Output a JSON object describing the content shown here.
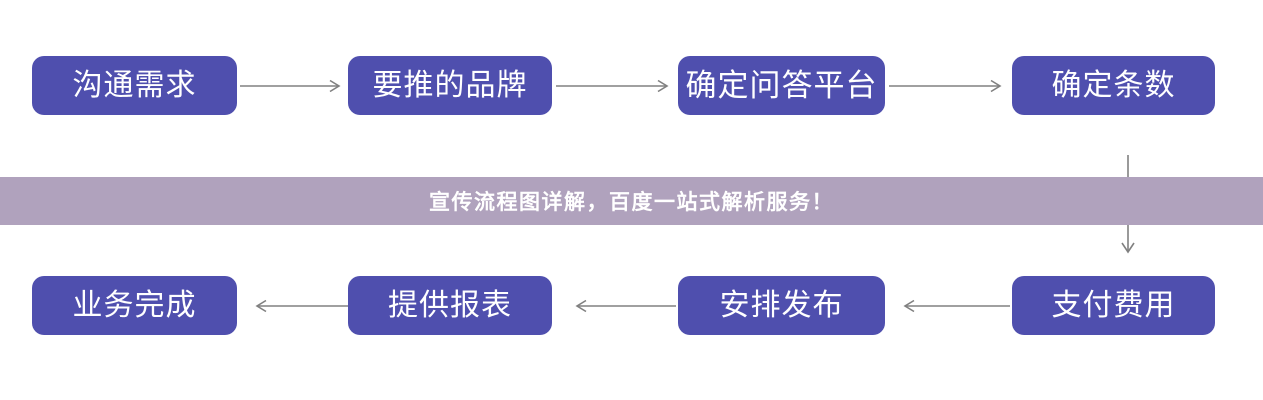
{
  "diagram": {
    "title": "宣传流程图",
    "node_color": "#4f4fae",
    "node_text_color": "#ffffff",
    "connector_color": "#808080",
    "background": "#ffffff",
    "top_row": [
      {
        "label": "沟通需求"
      },
      {
        "label": "要推的品牌"
      },
      {
        "label": "确定问答平台"
      },
      {
        "label": "确定条数"
      }
    ],
    "bottom_row": [
      {
        "label": "业务完成"
      },
      {
        "label": "提供报表"
      },
      {
        "label": "安排发布"
      },
      {
        "label": "支付费用"
      }
    ],
    "connectors": {
      "top_arrow_direction": "right",
      "bottom_arrow_direction": "left",
      "side_arrow_direction": "down"
    }
  },
  "banner": {
    "text": "宣传流程图详解，百度一站式解析服务！",
    "background": "#b0a2bd",
    "text_color": "#ffffff"
  }
}
